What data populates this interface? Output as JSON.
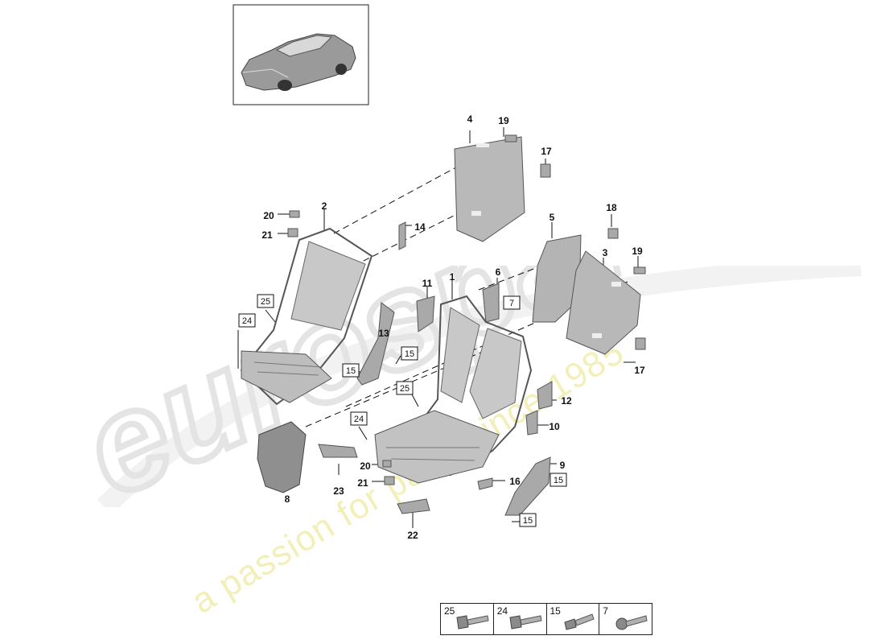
{
  "watermark": {
    "logo_text": "eurospares",
    "tagline": "a passion for parts since 1985"
  },
  "thumbnail": {
    "icon": "car-thumbnail"
  },
  "callouts": [
    {
      "id": "c1",
      "text": "1"
    },
    {
      "id": "c2",
      "text": "2"
    },
    {
      "id": "c3",
      "text": "3"
    },
    {
      "id": "c4",
      "text": "4"
    },
    {
      "id": "c5",
      "text": "5"
    },
    {
      "id": "c6",
      "text": "6"
    },
    {
      "id": "c7",
      "text": "7"
    },
    {
      "id": "c8",
      "text": "8"
    },
    {
      "id": "c9",
      "text": "9"
    },
    {
      "id": "c10",
      "text": "10"
    },
    {
      "id": "c11",
      "text": "11"
    },
    {
      "id": "c12",
      "text": "12"
    },
    {
      "id": "c13",
      "text": "13"
    },
    {
      "id": "c14",
      "text": "14"
    },
    {
      "id": "c15a",
      "text": "15"
    },
    {
      "id": "c15b",
      "text": "15"
    },
    {
      "id": "c15c",
      "text": "15"
    },
    {
      "id": "c15d",
      "text": "15"
    },
    {
      "id": "c16",
      "text": "16"
    },
    {
      "id": "c17a",
      "text": "17"
    },
    {
      "id": "c17b",
      "text": "17"
    },
    {
      "id": "c18",
      "text": "18"
    },
    {
      "id": "c19a",
      "text": "19"
    },
    {
      "id": "c19b",
      "text": "19"
    },
    {
      "id": "c20a",
      "text": "20"
    },
    {
      "id": "c20b",
      "text": "20"
    },
    {
      "id": "c21a",
      "text": "21"
    },
    {
      "id": "c21b",
      "text": "21"
    },
    {
      "id": "c22",
      "text": "22"
    },
    {
      "id": "c23",
      "text": "23"
    },
    {
      "id": "c24a",
      "text": "24"
    },
    {
      "id": "c24b",
      "text": "24"
    },
    {
      "id": "c25a",
      "text": "25"
    },
    {
      "id": "c25b",
      "text": "25"
    }
  ],
  "legend": [
    {
      "num": "25",
      "icon": "bolt-icon"
    },
    {
      "num": "24",
      "icon": "bolt-icon"
    },
    {
      "num": "15",
      "icon": "stud-icon"
    },
    {
      "num": "7",
      "icon": "screw-icon"
    }
  ]
}
